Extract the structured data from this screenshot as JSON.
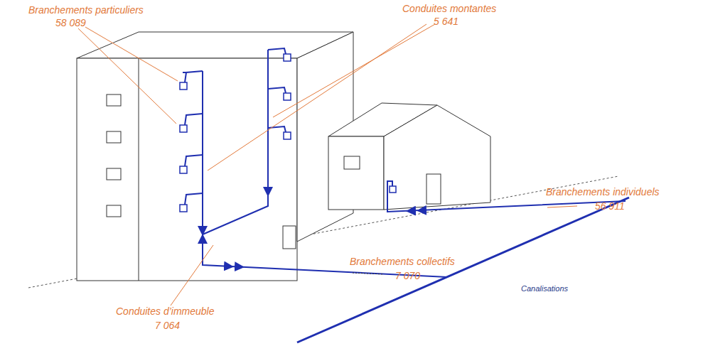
{
  "diagram": {
    "labels": [
      "Branchements particuliers",
      "58 089",
      "Conduites montantes",
      "5 641",
      "Branchements individuels",
      "56 911",
      "Branchements collectifs",
      "7 070",
      "Conduites d’immeuble",
      "7 064",
      "Canalisations"
    ]
  }
}
